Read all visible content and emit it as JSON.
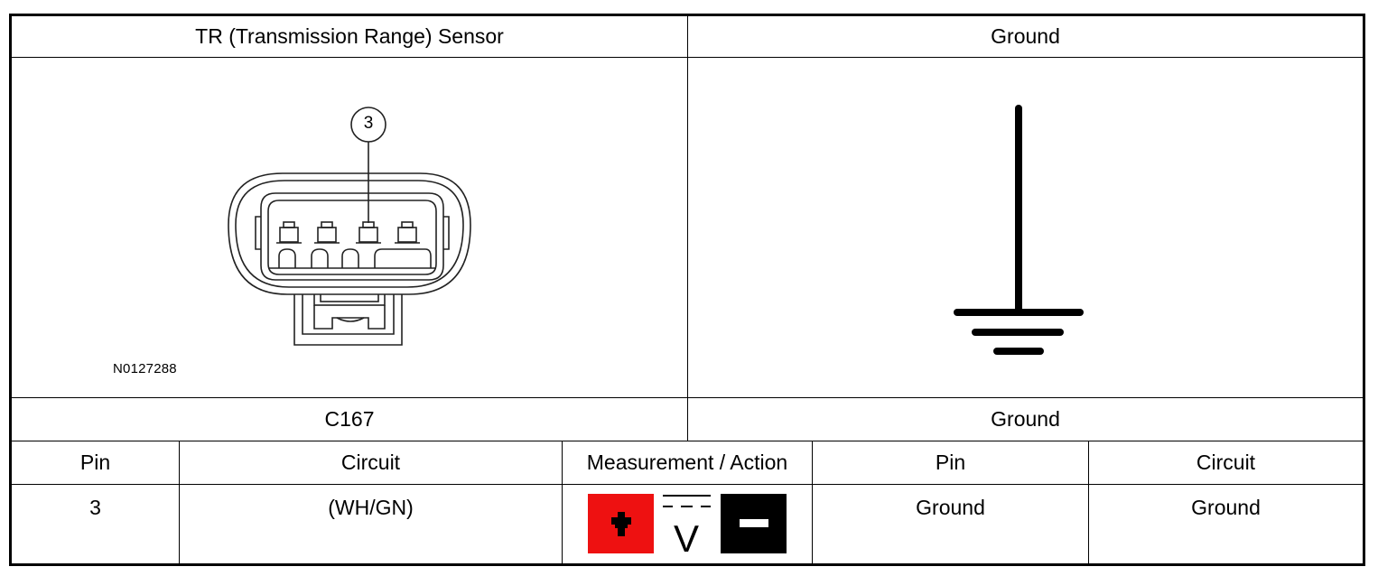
{
  "header": {
    "left_title": "TR (Transmission Range) Sensor",
    "right_title": "Ground"
  },
  "connector_image": {
    "pin_callout": "3",
    "reference_code": "N0127288"
  },
  "ground_image": {
    "icon": "ground-symbol-icon"
  },
  "subheader": {
    "left": "C167",
    "right": "Ground"
  },
  "table": {
    "columns": [
      "Pin",
      "Circuit",
      "Measurement / Action",
      "Pin",
      "Circuit"
    ],
    "row": {
      "pin": "3",
      "circuit": "(WH/GN)",
      "measurement_icon": "dc-voltmeter-icon",
      "ground_pin": "Ground",
      "ground_circuit": "Ground"
    }
  },
  "colors": {
    "positive_probe": "#ee1111",
    "negative_probe": "#000000"
  }
}
